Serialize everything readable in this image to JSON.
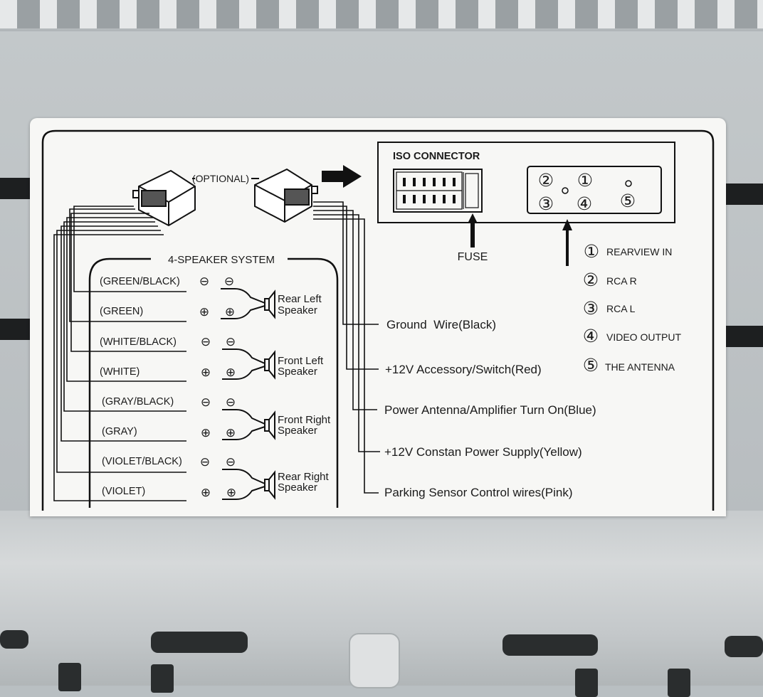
{
  "diagram": {
    "optional_label": "(OPTIONAL)",
    "speaker_system_title": "4-SPEAKER SYSTEM",
    "iso_connector_label": "ISO CONNECTOR",
    "fuse_label": "FUSE",
    "wire_colors": [
      "(GREEN/BLACK)",
      "(GREEN)",
      "(WHITE/BLACK)",
      "(WHITE)",
      "(GRAY/BLACK)",
      "(GRAY)",
      "(VIOLET/BLACK)",
      "(VIOLET)"
    ],
    "polarity": {
      "negative": "⊖",
      "positive": "⊕"
    },
    "speakers": [
      {
        "line1": "Rear Left",
        "line2": "Speaker"
      },
      {
        "line1": "Front Left",
        "line2": "Speaker"
      },
      {
        "line1": "Front Right",
        "line2": "Speaker"
      },
      {
        "line1": "Rear Right",
        "line2": "Speaker"
      }
    ],
    "power_wires": [
      "Ground  Wire(Black)",
      "+12V Accessory/Switch(Red)",
      "Power Antenna/Amplifier Turn On(Blue)",
      "+12V Constan Power Supply(Yellow)",
      "Parking Sensor Control wires(Pink)"
    ],
    "rca_numbers": [
      "②",
      "①",
      "③",
      "④",
      "⑤"
    ],
    "legend": [
      {
        "num": "①",
        "label": "REARVIEW IN"
      },
      {
        "num": "②",
        "label": "RCA R"
      },
      {
        "num": "③",
        "label": "RCA L"
      },
      {
        "num": "④",
        "label": "VIDEO OUTPUT"
      },
      {
        "num": "⑤",
        "label": "THE ANTENNA"
      }
    ]
  }
}
